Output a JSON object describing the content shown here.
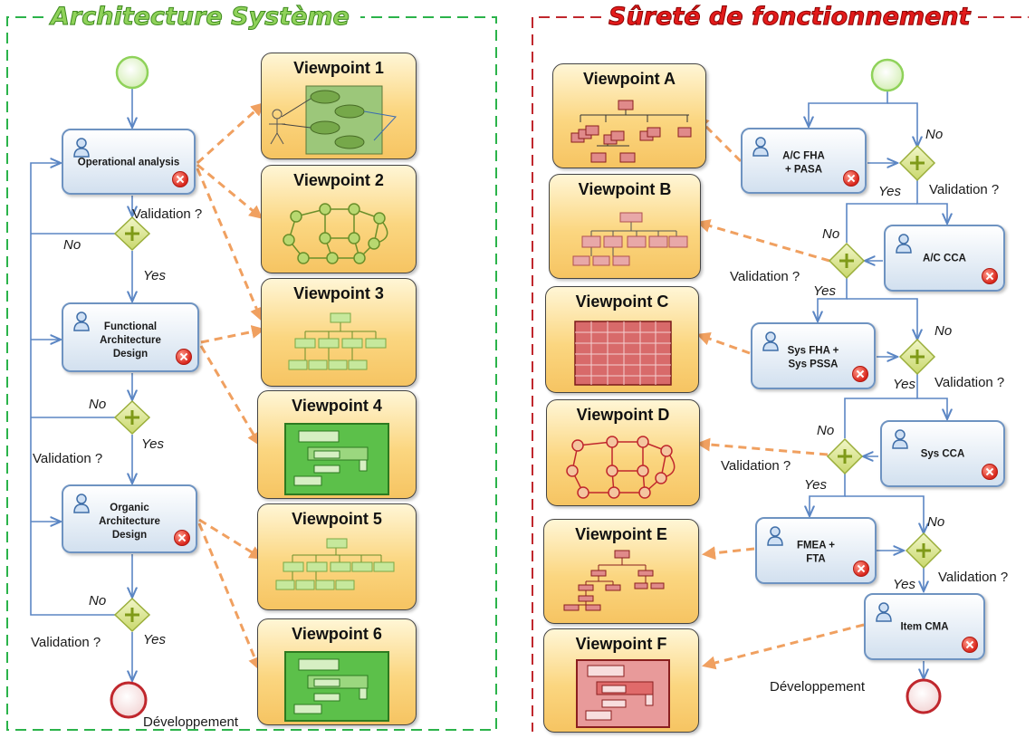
{
  "left_panel": {
    "title": "Architecture Système",
    "tasks": {
      "operational": "Operational analysis",
      "functional": "Functional Architecture Design",
      "organic": "Organic Architecture Design"
    },
    "labels": {
      "validation_1": "Validation ?",
      "no_1": "No",
      "yes_1": "Yes",
      "no_2": "No",
      "yes_2": "Yes",
      "validation_2": "Validation ?",
      "no_3": "No",
      "validation_3": "Validation ?",
      "yes_3": "Yes",
      "end": "Développement"
    },
    "viewpoints": [
      "Viewpoint 1",
      "Viewpoint 2",
      "Viewpoint 3",
      "Viewpoint 4",
      "Viewpoint 5",
      "Viewpoint 6"
    ]
  },
  "right_panel": {
    "title": "Sûreté de fonctionnement",
    "tasks": {
      "ac_fha": "A/C FHA + PASA",
      "ac_cca": "A/C CCA",
      "sys_fha": "Sys FHA + Sys PSSA",
      "sys_cca": "Sys CCA",
      "fmea": "FMEA + FTA",
      "item_cma": "Item CMA"
    },
    "labels": {
      "no_1": "No",
      "yes_1": "Yes",
      "validation_1": "Validation ?",
      "no_2": "No",
      "validation_2": "Validation ?",
      "yes_2": "Yes",
      "no_3": "No",
      "yes_3": "Yes",
      "validation_3": "Validation ?",
      "no_4": "No",
      "validation_4": "Validation ?",
      "yes_4": "Yes",
      "no_5": "No",
      "yes_5": "Yes",
      "validation_5": "Validation ?",
      "end": "Développement"
    },
    "viewpoints": [
      "Viewpoint A",
      "Viewpoint B",
      "Viewpoint C",
      "Viewpoint D",
      "Viewpoint E",
      "Viewpoint F"
    ]
  },
  "colors": {
    "left_title": "#8fd25a",
    "right_title": "#e31b1b",
    "left_border": "#2bb34a",
    "right_border": "#c0272d",
    "flow_line": "#5b86c4",
    "association_arrow": "#f0a060",
    "task_border": "#6e93c1",
    "start_event": "#8fd25a",
    "end_event": "#c0272d",
    "gateway": "#c9d86c"
  }
}
